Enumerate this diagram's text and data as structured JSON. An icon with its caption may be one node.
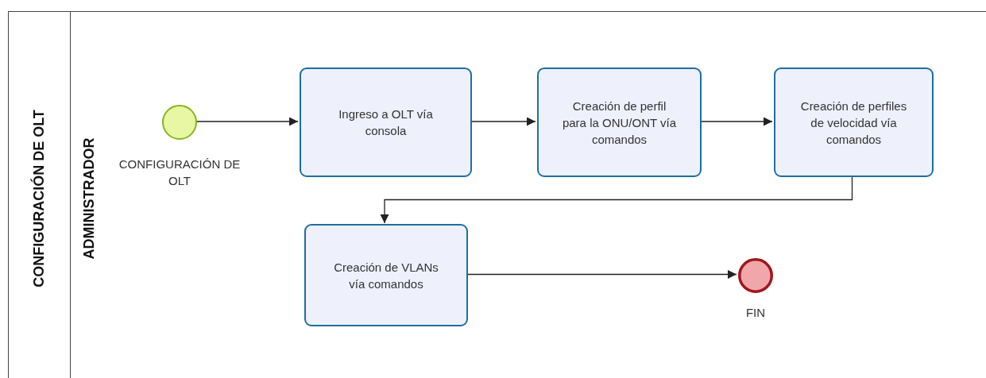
{
  "diagram": {
    "nodes": [
      {
        "text": [
          "CONFIGURACIÓN DE OLT"
        ]
      },
      {
        "text": [
          "ADMINISTRADOR"
        ],
        "in": 0
      },
      {
        "text": [],
        "shape": "circle",
        "in": 1,
        "beside": [
          "CONFIGURACIÓN DE OLT"
        ]
      },
      {
        "text": [
          "Ingreso a OLT vía consola"
        ],
        "in": 1
      },
      {
        "text": [
          "Creación de perfil para la ONU/ONT vía comandos"
        ],
        "in": 1
      },
      {
        "text": [
          "Creación de perfiles de velocidad vía comandos"
        ],
        "in": 1
      },
      {
        "text": [
          "Creación de VLANs vía comandos"
        ],
        "in": 1
      },
      {
        "text": [],
        "shape": "circle",
        "in": 1,
        "beside": [
          "FIN"
        ]
      }
    ],
    "edges": [
      {
        "from": 2,
        "to": 3,
        "arrow": "to"
      },
      {
        "from": 3,
        "to": 4,
        "arrow": "to"
      },
      {
        "from": 4,
        "to": 5,
        "arrow": "to"
      },
      {
        "from": 5,
        "to": 6,
        "arrow": "to"
      },
      {
        "from": 6,
        "to": 7,
        "arrow": "to"
      }
    ]
  }
}
